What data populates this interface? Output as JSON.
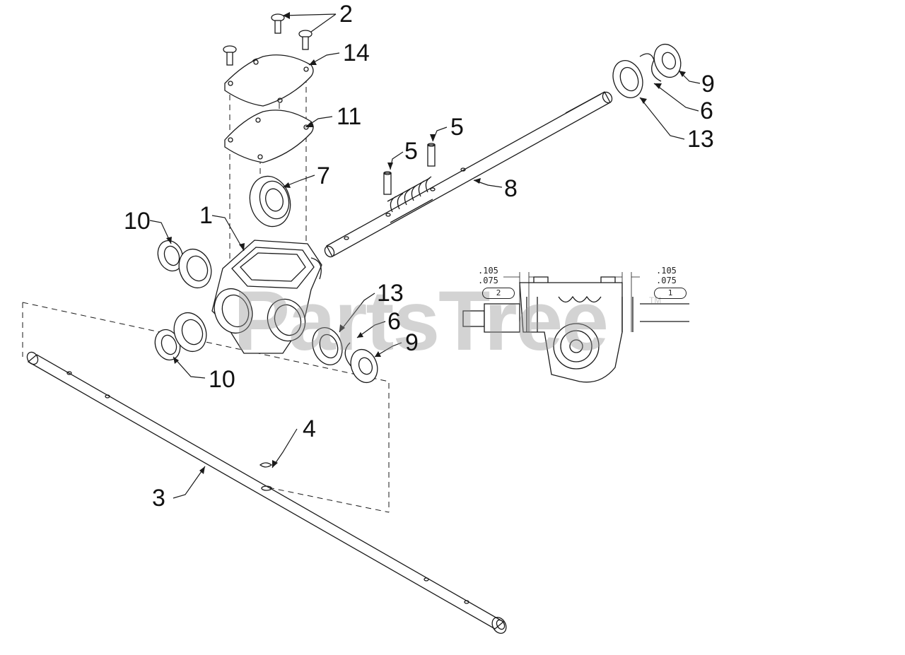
{
  "watermark": {
    "text": "PartsTree",
    "tm": "TM"
  },
  "callouts": {
    "c2": "2",
    "c14": "14",
    "c11": "11",
    "c7": "7",
    "c1": "1",
    "c10a": "10",
    "c10b": "10",
    "c13a": "13",
    "c6a": "6",
    "c9a": "9",
    "c4": "4",
    "c3": "3",
    "c5a": "5",
    "c5b": "5",
    "c8": "8",
    "c9b": "9",
    "c6b": "6",
    "c13b": "13"
  },
  "dimensions": {
    "left_upper": ".105",
    "left_lower": ".075",
    "left_tag": "2",
    "right_upper": ".105",
    "right_lower": ".075",
    "right_tag": "1"
  },
  "colors": {
    "line": "#1a1a1a",
    "watermark": "#969696"
  }
}
